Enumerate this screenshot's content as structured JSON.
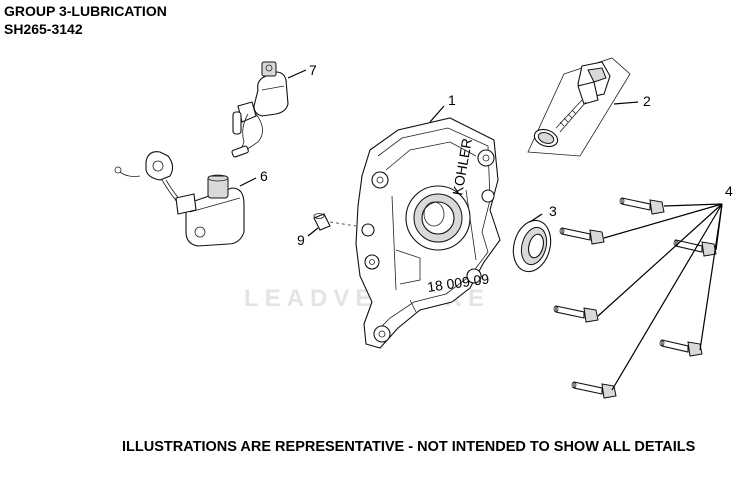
{
  "header": {
    "group_title": "GROUP 3-LUBRICATION",
    "part_code": "SH265-3142"
  },
  "footer": {
    "disclaimer": "ILLUSTRATIONS ARE REPRESENTATIVE - NOT INTENDED TO SHOW ALL DETAILS"
  },
  "watermark": "LEADVENTURE",
  "diagram": {
    "cover_brand": "KOHLER",
    "cover_stamp": "18 009 09",
    "callouts": [
      "1",
      "2",
      "3",
      "4",
      "6",
      "7",
      "9"
    ]
  }
}
